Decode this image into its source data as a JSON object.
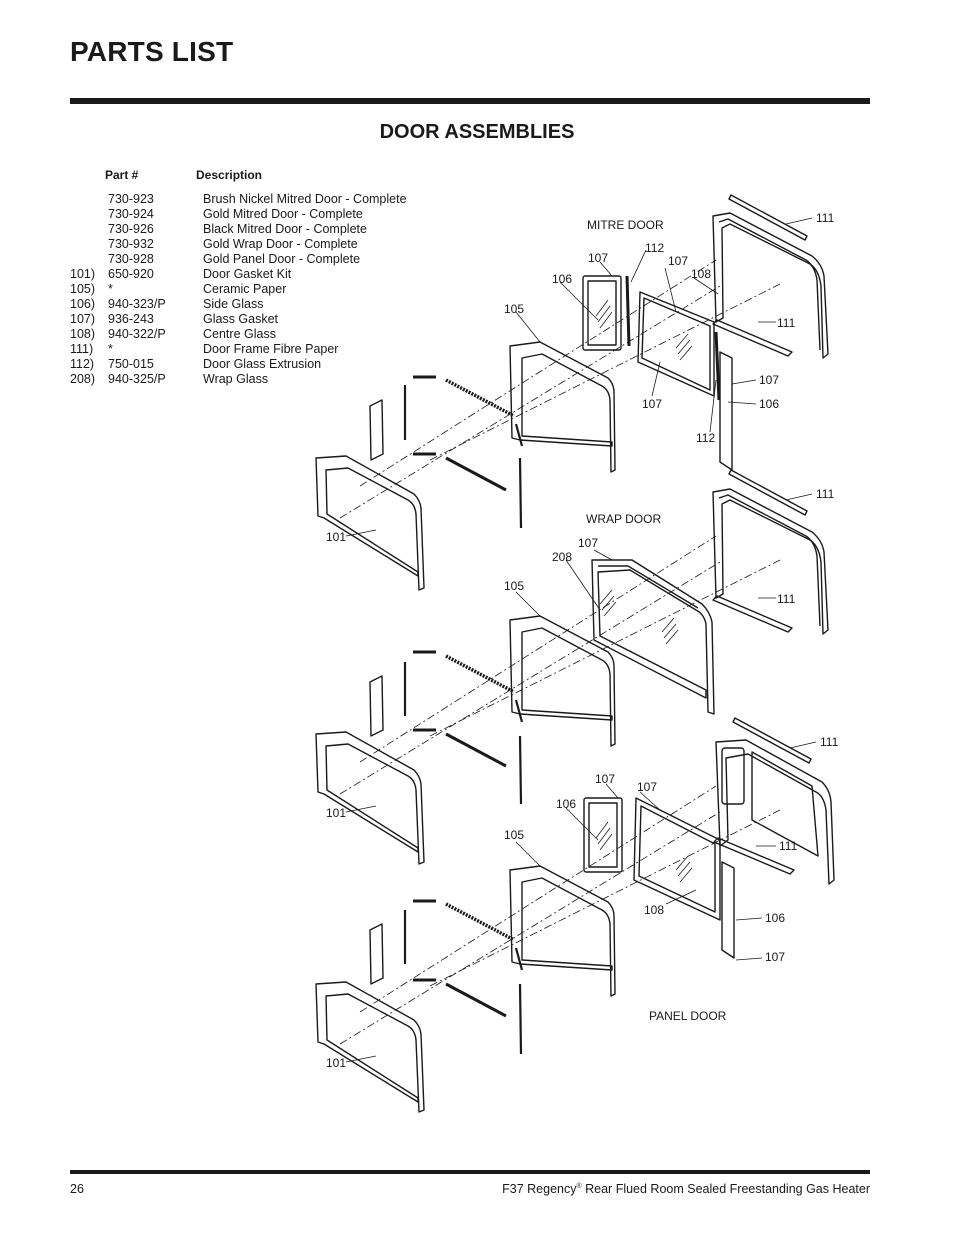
{
  "header": {
    "title": "PARTS LIST"
  },
  "section": {
    "title": "DOOR ASSEMBLIES"
  },
  "parts_table": {
    "headers": {
      "part": "Part #",
      "description": "Description"
    },
    "rows": [
      {
        "num": "",
        "part": "730-923",
        "desc": "Brush Nickel Mitred Door - Complete"
      },
      {
        "num": "",
        "part": "730-924",
        "desc": "Gold Mitred Door - Complete"
      },
      {
        "num": "",
        "part": "730-926",
        "desc": "Black Mitred Door - Complete"
      },
      {
        "num": "",
        "part": "730-932",
        "desc": "Gold Wrap Door - Complete"
      },
      {
        "num": "",
        "part": "730-928",
        "desc": "Gold Panel Door - Complete"
      },
      {
        "num": "101)",
        "part": "650-920",
        "desc": "Door Gasket Kit"
      },
      {
        "num": "105)",
        "part": "*",
        "desc": "Ceramic Paper"
      },
      {
        "num": "106)",
        "part": "940-323/P",
        "desc": "Side Glass"
      },
      {
        "num": "107)",
        "part": "936-243",
        "desc": "Glass Gasket"
      },
      {
        "num": "108)",
        "part": "940-322/P",
        "desc": "Centre Glass"
      },
      {
        "num": "111)",
        "part": "*",
        "desc": "Door Frame Fibre Paper"
      },
      {
        "num": "112)",
        "part": "750-015",
        "desc": "Door Glass Extrusion"
      },
      {
        "num": "208)",
        "part": "940-325/P",
        "desc": "Wrap Glass"
      }
    ]
  },
  "diagram": {
    "titles": {
      "mitre": "MITRE DOOR",
      "wrap": "WRAP DOOR",
      "panel": "PANEL DOOR"
    },
    "callouts": {
      "m111a": "111",
      "m107a": "107",
      "m112a": "112",
      "m107b": "107",
      "m106a": "106",
      "m108": "108",
      "m105": "105",
      "m111b": "111",
      "m107c": "107",
      "m106b": "106",
      "m107d": "107",
      "m112b": "112",
      "m101": "101",
      "w111a": "111",
      "w107": "107",
      "w208": "208",
      "w105": "105",
      "w111b": "111",
      "w101": "101",
      "p111a": "111",
      "p107a": "107",
      "p107b": "107",
      "p106a": "106",
      "p105": "105",
      "p111b": "111",
      "p108": "108",
      "p106b": "106",
      "p107c": "107",
      "p101": "101"
    }
  },
  "footer": {
    "page_number": "26",
    "product": "F37 Regency",
    "trademark": "®",
    "description": " Rear Flued Room Sealed Freestanding Gas Heater"
  }
}
